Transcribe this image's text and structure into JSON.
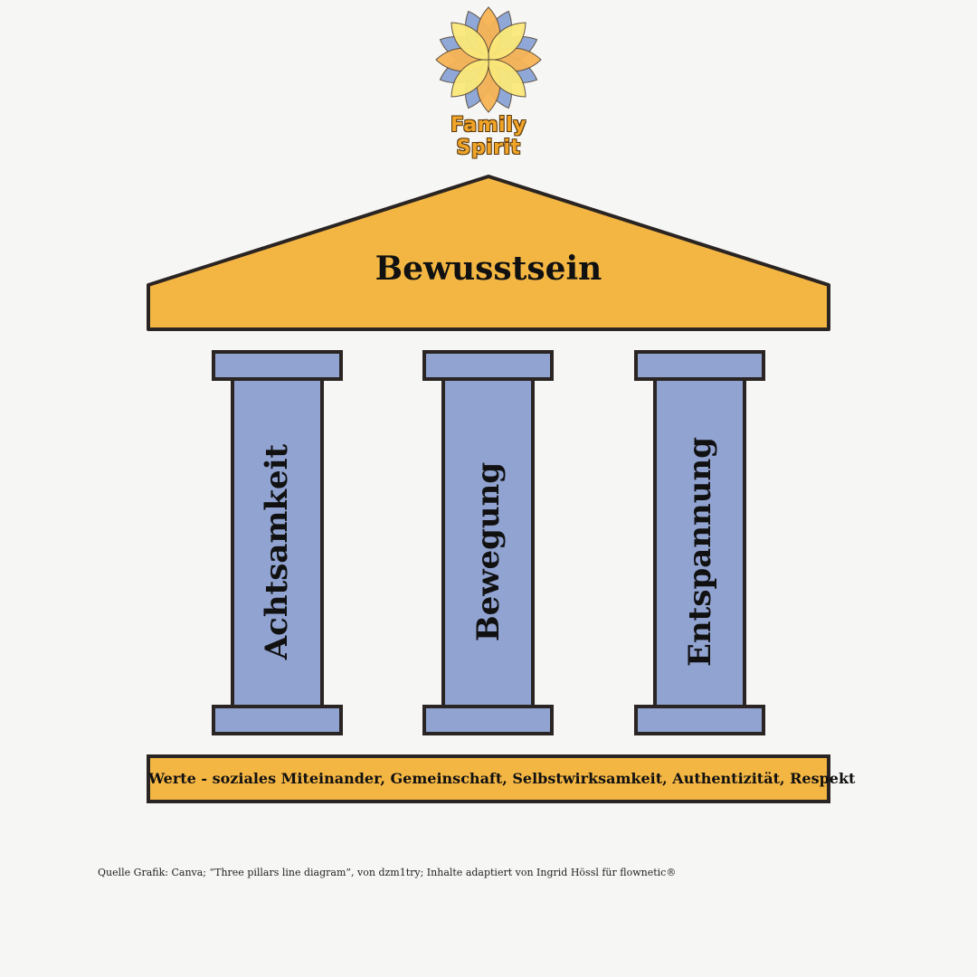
{
  "logo": {
    "brand_text": "Family Spirit",
    "colors": {
      "petal_orange": "#f7b455",
      "petal_yellow": "#fbe97a",
      "petal_blue": "#8aa4d6",
      "text": "#f0a428"
    }
  },
  "temple": {
    "roof_label": "Bewusstsein",
    "pillars": [
      {
        "label": "Achtsamkeit"
      },
      {
        "label": "Bewegung"
      },
      {
        "label": "Entspannung"
      }
    ],
    "base_label": "Werte - soziales Miteinander, Gemeinschaft, Selbstwirksamkeit, Authentizität, Respekt",
    "colors": {
      "roof": "#f4b643",
      "pillar": "#91a3d1",
      "outline": "#2a2422",
      "base": "#f4b643"
    }
  },
  "credit": "Quelle Grafik: Canva;  “Three pillars line diagram”, von dzm1try; Inhalte adaptiert von Ingrid Hössl für flownetic®"
}
